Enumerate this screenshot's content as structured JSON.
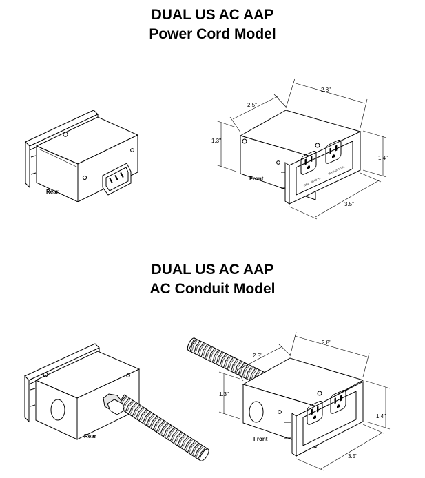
{
  "section_power_cord": {
    "title_line1": "DUAL US AC AAP",
    "title_line2": "Power Cord Model",
    "rear_label": "Rear",
    "front_label": "Front",
    "dim_depth": "2.5\"",
    "dim_width": "2.8\"",
    "dim_height_body": "1.3\"",
    "dim_height_plate": "1.4\"",
    "dim_plate_width": "3.5\"",
    "outlet_rating_left": "125V ~ 50-60 Hz",
    "outlet_rating_right": "15A MAX TOTAL"
  },
  "section_conduit": {
    "title_line1": "DUAL US AC AAP",
    "title_line2": "AC Conduit Model",
    "rear_label": "Rear",
    "front_label": "Front",
    "dim_depth": "2.5\"",
    "dim_width": "2.8\"",
    "dim_height_body": "1.3\"",
    "dim_height_plate": "1.4\"",
    "dim_plate_width": "3.5\""
  }
}
